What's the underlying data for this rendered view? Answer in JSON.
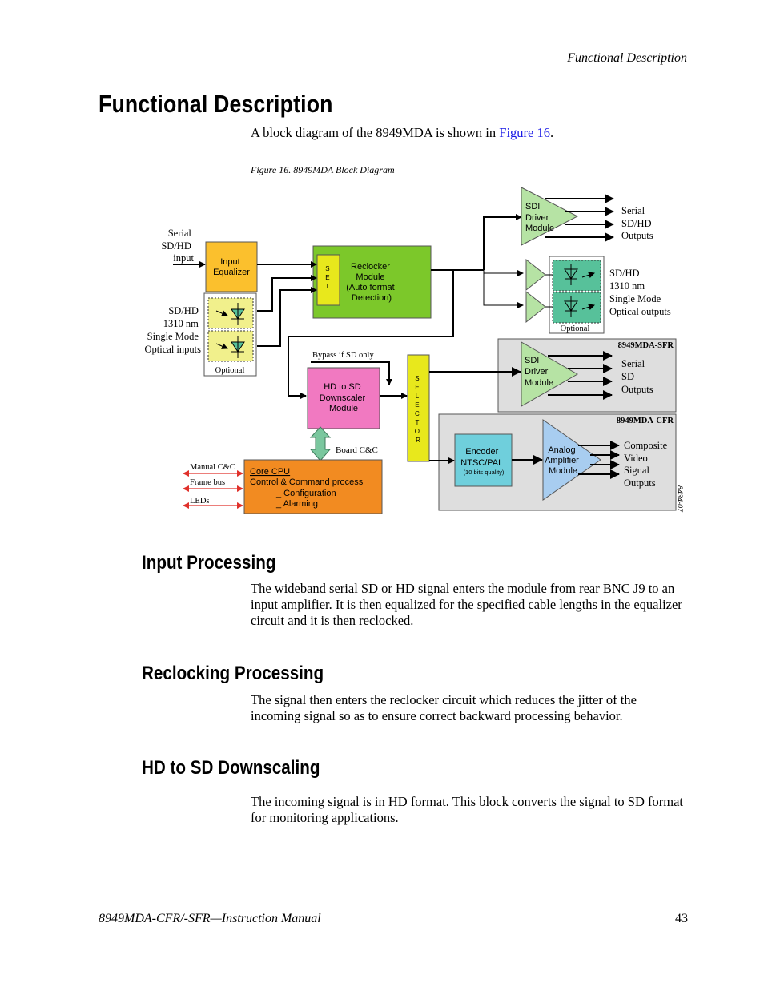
{
  "header": {
    "running_title": "Functional Description"
  },
  "title": "Functional Description",
  "intro": {
    "text_before": "A block diagram of the 8949MDA is shown in ",
    "link_text": "Figure 16",
    "text_after": "."
  },
  "figure": {
    "caption": "Figure 16.  8949MDA Block Diagram",
    "labels": {
      "serial_input": [
        "Serial",
        "SD/HD",
        "input"
      ],
      "optical_inputs": [
        "SD/HD",
        "1310 nm",
        "Single Mode",
        "Optical inputs"
      ],
      "optional_left": "Optional",
      "input_equalizer": [
        "Input",
        "Equalizer"
      ],
      "sel": [
        "S",
        "E",
        "L"
      ],
      "reclocker": [
        "Reclocker",
        "Module",
        "(Auto format",
        "Detection)"
      ],
      "sdi_driver_top": [
        "SDI",
        "Driver",
        "Module"
      ],
      "serial_outputs_top": [
        "Serial",
        "SD/HD",
        "Outputs"
      ],
      "optical_outputs": [
        "SD/HD",
        "1310 nm",
        "Single Mode",
        "Optical outputs"
      ],
      "optional_right": "Optional",
      "bypass": "Bypass if SD only",
      "downscaler": [
        "HD to SD",
        "Downscaler",
        "Module"
      ],
      "selector": [
        "S",
        "E",
        "L",
        "E",
        "C",
        "T",
        "O",
        "R"
      ],
      "sfr_label": "8949MDA-SFR",
      "sdi_driver_sfr": [
        "SDI",
        "Driver",
        "Module"
      ],
      "serial_sd_outputs": [
        "Serial",
        "SD",
        "Outputs"
      ],
      "cfr_label": "8949MDA-CFR",
      "encoder": [
        "Encoder",
        "NTSC/PAL",
        "(10 bits quality)"
      ],
      "analog_amp": [
        "Analog",
        "Amplifier",
        "Module"
      ],
      "composite_outputs": [
        "Composite",
        "Video",
        "Signal",
        "Outputs"
      ],
      "board_cc": "Board C&C",
      "manual_cc": "Manual C&C",
      "frame_bus": "Frame bus",
      "leds": "LEDs",
      "core_cpu": [
        "Core CPU",
        "Control & Command process",
        "_ Configuration",
        "_ Alarming"
      ],
      "drawing_number": "8434-07"
    },
    "colors": {
      "input_equalizer": "#fbc02d",
      "sel": "#e8e81c",
      "reclocker": "#7cc82a",
      "sdi_driver": "#b6e3a4",
      "optical_module": "#57c19a",
      "optical_in": "#f1f08c",
      "downscaler": "#f179c1",
      "selector": "#e8e81c",
      "sfr_panel": "#dedede",
      "encoder": "#6fcfdc",
      "analog_amp": "#a8cdf0",
      "core_cpu": "#f28b21",
      "board_cc_arrow": "#7ac79e",
      "control_arrows": "#e0312b"
    }
  },
  "sections": [
    {
      "heading": "Input Processing",
      "body": "The wideband serial SD or HD signal enters the module from rear BNC J9 to an input amplifier. It is then equalized for the specified cable lengths in the equalizer circuit and it is then reclocked."
    },
    {
      "heading": "Reclocking Processing",
      "body": "The signal then enters the reclocker circuit which reduces the jitter of the incoming signal so as to ensure correct backward processing behavior."
    },
    {
      "heading": "HD to SD Downscaling",
      "body": "The incoming signal is in HD format. This block converts the signal to SD format for monitoring applications."
    }
  ],
  "footer": {
    "manual_title": "8949MDA-CFR/-SFR—Instruction Manual",
    "page_number": "43"
  }
}
